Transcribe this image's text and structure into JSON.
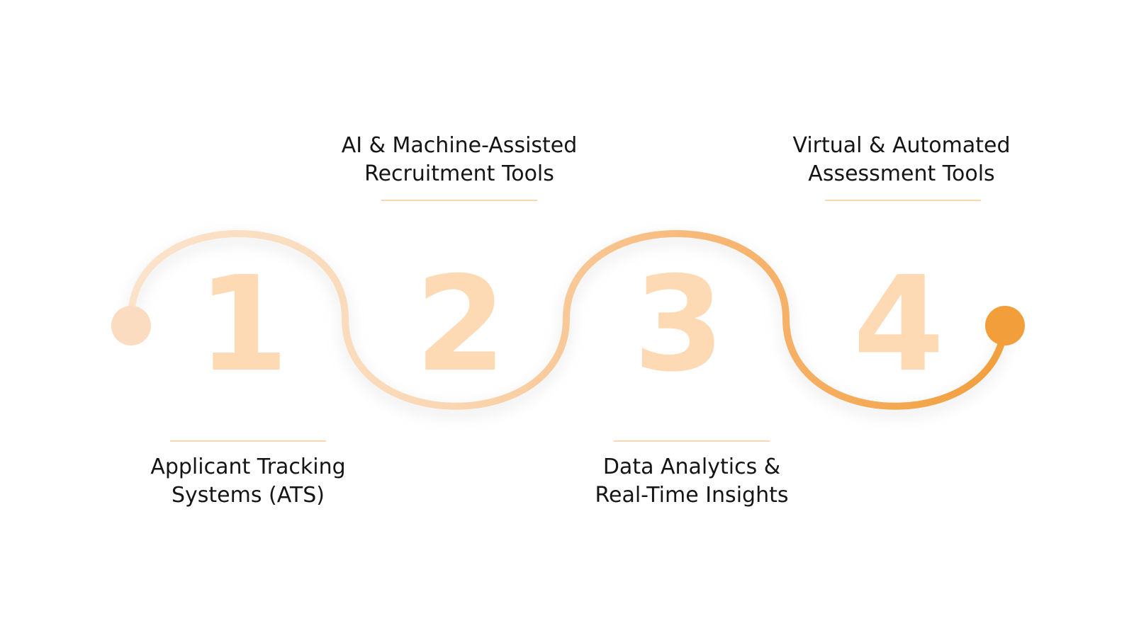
{
  "steps": [
    {
      "number": "1",
      "title_lines": [
        "Applicant Tracking",
        "Systems (ATS)"
      ]
    },
    {
      "number": "2",
      "title_lines": [
        "AI & Machine-Assisted",
        "Recruitment Tools"
      ]
    },
    {
      "number": "3",
      "title_lines": [
        "Data Analytics &",
        "Real-Time Insights"
      ]
    },
    {
      "number": "4",
      "title_lines": [
        "Virtual & Automated",
        "Assessment Tools"
      ]
    }
  ],
  "colors": {
    "path_start": "#fbe3cb",
    "path_end": "#f29e3a",
    "digit": "#fdd9b4",
    "rule": "#f9d6b0",
    "text": "#151515"
  },
  "icons": {
    "start": "start-dot-icon",
    "end": "end-dot-icon"
  }
}
